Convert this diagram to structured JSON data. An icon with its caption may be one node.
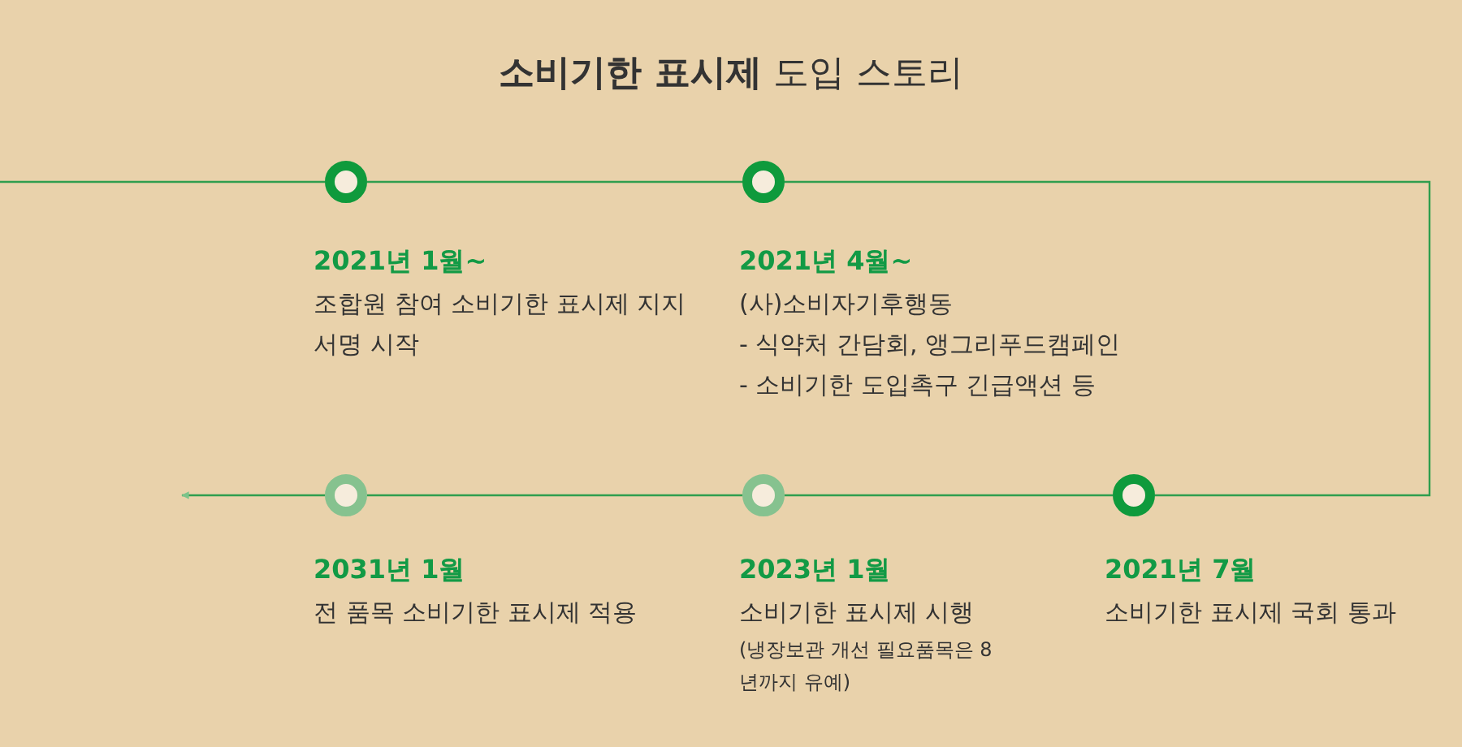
{
  "diagram": {
    "title": "**소비기한 표시제** 도입 스토리",
    "nodes": [
      {
        "text": [],
        "shape": "circle",
        "beside": [
          "2021년 1월~",
          "조합원 참여 소비기한 표시제 지지서명 시작"
        ]
      },
      {
        "text": [],
        "shape": "circle",
        "beside": [
          "2021년 4월~",
          "(사)소비자기후행동",
          "- 식약처 간담회, 앵그리푸드캠페인",
          "- 소비기한 도입촉구 긴급액션 등"
        ]
      },
      {
        "text": [],
        "shape": "circle",
        "beside": [
          "2021년 7월",
          "소비기한 표시제 국회 통과"
        ]
      },
      {
        "text": [],
        "shape": "circle",
        "beside": [
          "2023년 1월",
          "소비기한 표시제 시행",
          "(냉장보관 개선 필요품목은 8년까지 유예)"
        ]
      },
      {
        "text": [],
        "shape": "circle",
        "beside": [
          "2031년 1월",
          "전 품목 소비기한 표시제 적용"
        ]
      }
    ],
    "edges": [
      {
        "from": null,
        "to": 0,
        "arrow": "none"
      },
      {
        "from": 0,
        "to": 1,
        "arrow": "none"
      },
      {
        "from": 1,
        "to": 2,
        "arrow": "none"
      },
      {
        "from": 2,
        "to": 3,
        "arrow": "none"
      },
      {
        "from": 3,
        "to": 4,
        "arrow": "none"
      },
      {
        "from": 4,
        "to": null,
        "arrow": "to"
      }
    ]
  }
}
